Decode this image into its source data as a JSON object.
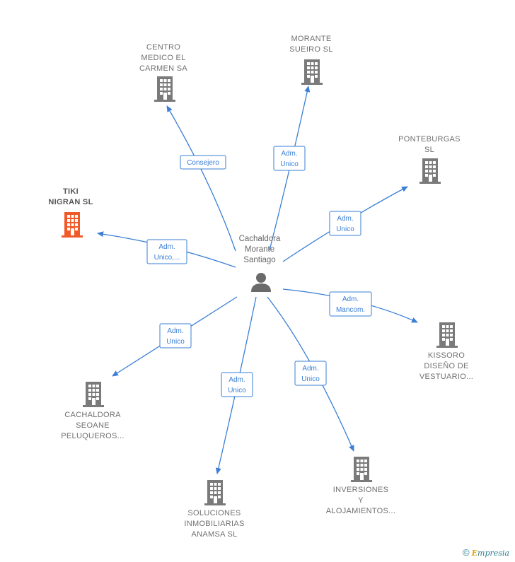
{
  "colors": {
    "edge": "#3a7fd5",
    "company": "#7a7a7a",
    "highlight": "#f05a28",
    "person": "#6a6a6a"
  },
  "center": {
    "name_lines": [
      "Cachaldora",
      "Morante",
      "Santiago"
    ],
    "icon": "person-icon"
  },
  "nodes": [
    {
      "id": "centro",
      "name_lines": [
        "CENTRO",
        "MEDICO EL",
        "CARMEN SA"
      ],
      "icon": "building-icon",
      "highlight": false,
      "relation": [
        "Consejero"
      ]
    },
    {
      "id": "morante",
      "name_lines": [
        "MORANTE",
        "SUEIRO  SL"
      ],
      "icon": "building-icon",
      "highlight": false,
      "relation": [
        "Adm.",
        "Unico"
      ]
    },
    {
      "id": "ponteburgas",
      "name_lines": [
        "PONTEBURGAS",
        "SL"
      ],
      "icon": "building-icon",
      "highlight": false,
      "relation": [
        "Adm.",
        "Unico"
      ]
    },
    {
      "id": "tiki",
      "name_lines": [
        "TIKI",
        "NIGRAN  SL"
      ],
      "icon": "building-icon",
      "highlight": true,
      "relation": [
        "Adm.",
        "Unico,..."
      ]
    },
    {
      "id": "kissoro",
      "name_lines": [
        "KISSORO",
        "DISEÑO DE",
        "VESTUARIO..."
      ],
      "icon": "building-icon",
      "highlight": false,
      "relation": [
        "Adm.",
        "Mancom."
      ]
    },
    {
      "id": "cachaldora",
      "name_lines": [
        "CACHALDORA",
        "SEOANE",
        "PELUQUEROS..."
      ],
      "icon": "building-icon",
      "highlight": false,
      "relation": [
        "Adm.",
        "Unico"
      ]
    },
    {
      "id": "soluciones",
      "name_lines": [
        "SOLUCIONES",
        "INMOBILIARIAS",
        "ANAMSA  SL"
      ],
      "icon": "building-icon",
      "highlight": false,
      "relation": [
        "Adm.",
        "Unico"
      ]
    },
    {
      "id": "inversiones",
      "name_lines": [
        "INVERSIONES",
        "Y",
        "ALOJAMIENTOS..."
      ],
      "icon": "building-icon",
      "highlight": false,
      "relation": [
        "Adm.",
        "Unico"
      ]
    }
  ],
  "footer": {
    "copyright": "©",
    "brand_initial": "E",
    "brand_rest": "mpresia"
  }
}
